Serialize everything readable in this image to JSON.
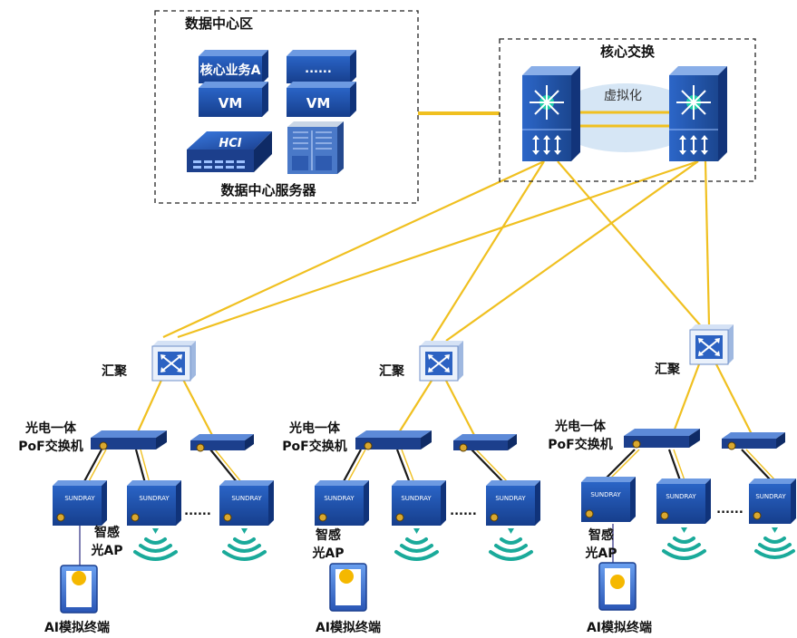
{
  "datacenter": {
    "title": "数据中心区",
    "service_label": "核心业务A",
    "vm_label": "VM",
    "dots_label": "......",
    "hci_label": "HCI",
    "server_label": "数据中心服务器"
  },
  "core": {
    "title": "核心交换",
    "virtualization_label": "虚拟化"
  },
  "aggregation": {
    "label": "汇聚"
  },
  "access": {
    "switch_label_line1": "光电一体",
    "switch_label_line2": "PoF交换机",
    "ap_brand": "SUNDRAY",
    "ap_label_line1": "智感",
    "ap_label_line2": "光AP",
    "dots": "......",
    "terminal_label": "AI模拟终端"
  },
  "colors": {
    "link": "#f0c020",
    "cable": "#1a1a1a",
    "switch_blue": "#1e4fa6",
    "device_dark": "#1f3f91",
    "teal": "#1aaa9a",
    "virtual_halo": "#cfe2f3"
  }
}
